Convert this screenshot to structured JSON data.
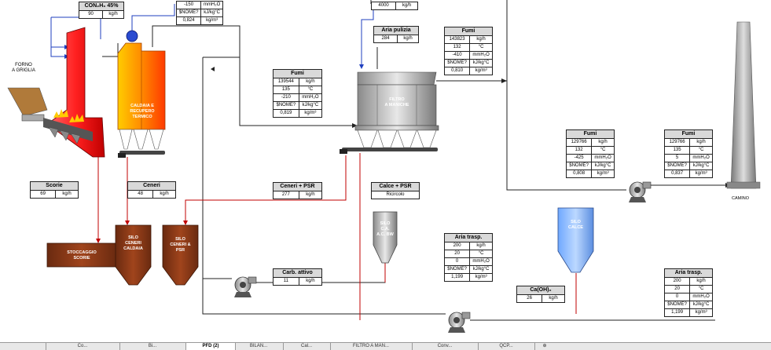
{
  "labels": {
    "forno": [
      "FORNO",
      "A GRIGLIA"
    ],
    "caldaia": [
      "CALDAIA E",
      "RECUPERO",
      "TERMICO"
    ],
    "filtro": [
      "FILTRO",
      "A MANICHE"
    ],
    "camino": "CAMINO",
    "stoccaggio": [
      "STOCCAGGIO",
      "SCORIE"
    ],
    "silo_ceneri_caldaia": [
      "SILO",
      "CENERI",
      "CALDAIA"
    ],
    "silo_ceneri_psr": [
      "SILO",
      "CENERI &",
      "PSR"
    ],
    "silo_ca": [
      "SILO",
      "C.A.",
      "A.C. BW"
    ],
    "silo_calce": [
      "SILO",
      "CALCE"
    ]
  },
  "boxes": {
    "con2h6": {
      "title": "CON₂H₆ 45%",
      "rows": [
        [
          "90",
          "kg/h"
        ]
      ]
    },
    "top_inlet": {
      "title": "",
      "rows": [
        [
          "-150",
          "mmH₂O"
        ],
        [
          "$NOME?",
          "kJ/kg°C"
        ],
        [
          "0,824",
          "kg/m³"
        ]
      ]
    },
    "top_4000": {
      "title": "",
      "rows": [
        [
          "4000",
          "kg/h"
        ]
      ]
    },
    "aria_pulizia": {
      "title": "Aria pulizia",
      "rows": [
        [
          "284",
          "kg/h"
        ]
      ]
    },
    "fumi_out_filter": {
      "title": "Fumi",
      "rows": [
        [
          "143823",
          "kg/h"
        ],
        [
          "132",
          "°C"
        ],
        [
          "-410",
          "mmH₂O"
        ],
        [
          "$NOME?",
          "kJ/kg°C"
        ],
        [
          "0,810",
          "kg/m³"
        ]
      ]
    },
    "fumi_in_filter": {
      "title": "Fumi",
      "rows": [
        [
          "139544",
          "kg/h"
        ],
        [
          "135",
          "°C"
        ],
        [
          "-210",
          "mmH₂O"
        ],
        [
          "$NOME?",
          "kJ/kg°C"
        ],
        [
          "0,819",
          "kg/m³"
        ]
      ]
    },
    "scorie": {
      "title": "Scorie",
      "rows": [
        [
          "69",
          "kg/h"
        ]
      ]
    },
    "ceneri": {
      "title": "Ceneri",
      "rows": [
        [
          "48",
          "kg/h"
        ]
      ]
    },
    "ceneri_psr": {
      "title": "Ceneri + PSR",
      "rows": [
        [
          "277",
          "kg/h"
        ]
      ]
    },
    "calce_psr": {
      "title": "Calce + PSR",
      "rows": [
        [
          "Ricircolo"
        ]
      ]
    },
    "fumi_fan_in": {
      "title": "Fumi",
      "rows": [
        [
          "129766",
          "kg/h"
        ],
        [
          "132",
          "°C"
        ],
        [
          "-425",
          "mmH₂O"
        ],
        [
          "$NOME?",
          "kJ/kg°C"
        ],
        [
          "0,808",
          "kg/m³"
        ]
      ]
    },
    "fumi_fan_out": {
      "title": "Fumi",
      "rows": [
        [
          "129766",
          "kg/h"
        ],
        [
          "135",
          "°C"
        ],
        [
          "5",
          "mmH₂O"
        ],
        [
          "$NOME?",
          "kJ/kg°C"
        ],
        [
          "0,837",
          "kg/m³"
        ]
      ]
    },
    "aria_trasp_1": {
      "title": "Aria trasp.",
      "rows": [
        [
          "200",
          "kg/h"
        ],
        [
          "20",
          "°C"
        ],
        [
          "0",
          "mmH₂O"
        ],
        [
          "$NOME?",
          "kJ/kg°C"
        ],
        [
          "1,199",
          "kg/m³"
        ]
      ]
    },
    "carb_attivo": {
      "title": "Carb. attivo",
      "rows": [
        [
          "11",
          "kg/h"
        ]
      ]
    },
    "caoh2": {
      "title": "Ca(OH)₂",
      "rows": [
        [
          "26",
          "kg/h"
        ]
      ]
    },
    "aria_trasp_2": {
      "title": "Aria trasp.",
      "rows": [
        [
          "200",
          "kg/h"
        ],
        [
          "20",
          "°C"
        ],
        [
          "0",
          "mmH₂O"
        ],
        [
          "$NOME?",
          "kJ/kg°C"
        ],
        [
          "1,199",
          "kg/m³"
        ]
      ]
    }
  },
  "tabs": [
    {
      "label": ""
    },
    {
      "label": "Co..."
    },
    {
      "label": "Bi..."
    },
    {
      "label": "PFD (2)"
    },
    {
      "label": "BILAN..."
    },
    {
      "label": "Cal..."
    },
    {
      "label": "FILTRO A MAN..."
    },
    {
      "label": "Conv..."
    },
    {
      "label": "QCP..."
    }
  ],
  "colors": {
    "flue": "#222222",
    "solids": "#c00000",
    "reagent": "#1f3fbf"
  }
}
